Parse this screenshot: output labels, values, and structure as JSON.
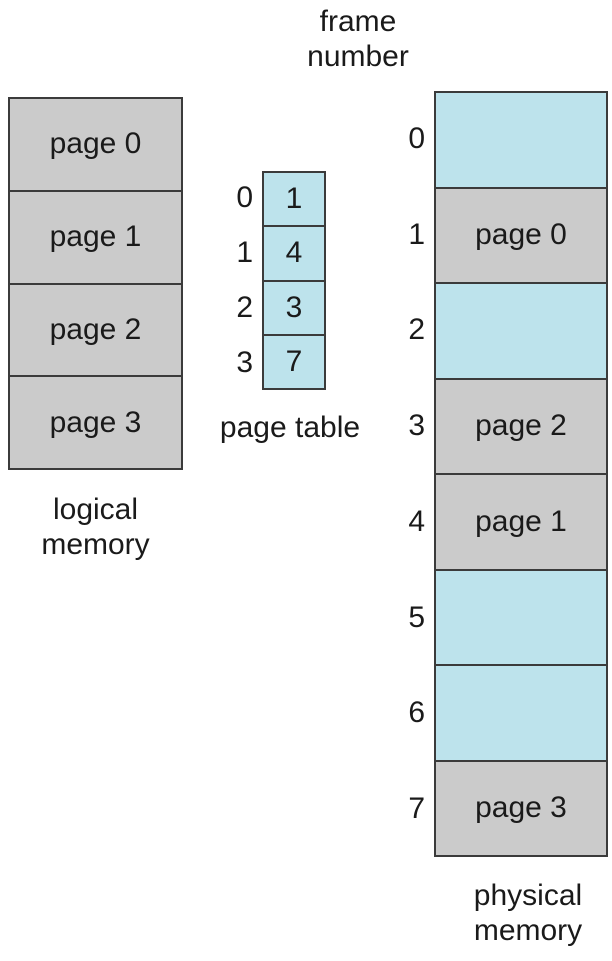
{
  "diagram": {
    "title": "paging-model-of-logical-and-physical-memory",
    "colors": {
      "frame_free": "#bde3ec",
      "frame_used": "#cbcbcb",
      "page_block": "#cbcbcb",
      "page_table_cell": "#bde3ec",
      "outline": "#3b3b3b",
      "text": "#1a1a1a",
      "background": "#ffffff"
    }
  },
  "logical_memory": {
    "caption": "logical\nmemory",
    "blocks": [
      {
        "label": "page 0"
      },
      {
        "label": "page 1"
      },
      {
        "label": "page 2"
      },
      {
        "label": "page 3"
      }
    ]
  },
  "page_table": {
    "caption": "page table",
    "header": "frame\nnumber",
    "entries": [
      {
        "index": "0",
        "frame": "1"
      },
      {
        "index": "1",
        "frame": "4"
      },
      {
        "index": "2",
        "frame": "3"
      },
      {
        "index": "3",
        "frame": "7"
      }
    ]
  },
  "physical_memory": {
    "caption": "physical\nmemory",
    "frames": [
      {
        "index": "0",
        "label": "",
        "state": "free"
      },
      {
        "index": "1",
        "label": "page 0",
        "state": "used"
      },
      {
        "index": "2",
        "label": "",
        "state": "free"
      },
      {
        "index": "3",
        "label": "page 2",
        "state": "used"
      },
      {
        "index": "4",
        "label": "page 1",
        "state": "used"
      },
      {
        "index": "5",
        "label": "",
        "state": "free"
      },
      {
        "index": "6",
        "label": "",
        "state": "free"
      },
      {
        "index": "7",
        "label": "page 3",
        "state": "used"
      }
    ]
  }
}
